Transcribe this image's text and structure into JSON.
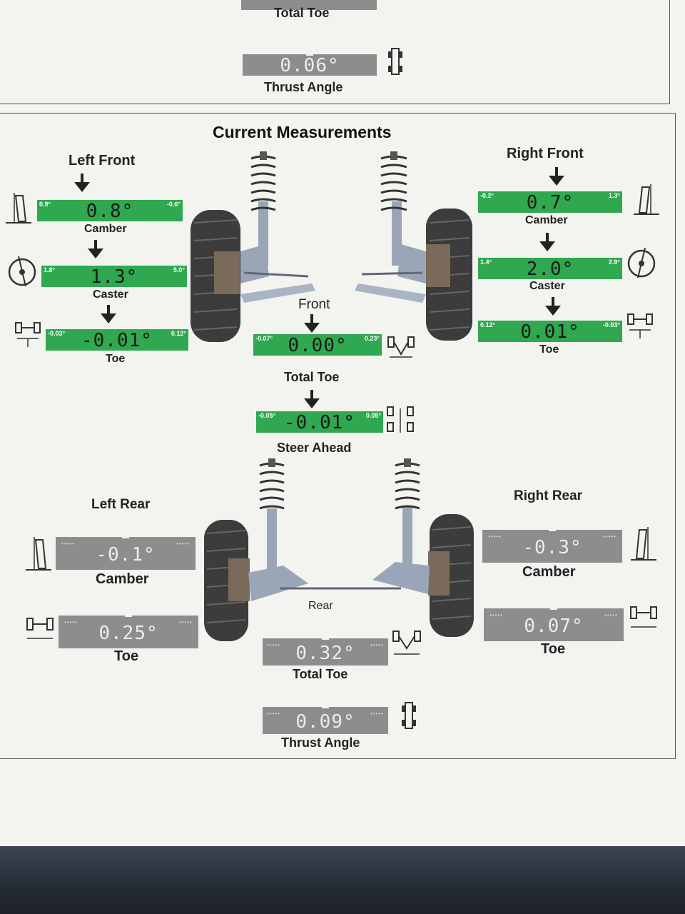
{
  "header": {
    "prev_total_toe_label": "Total Toe",
    "prev_thrust_value": "0.06°",
    "prev_thrust_label": "Thrust Angle"
  },
  "section_title": "Current Measurements",
  "front": {
    "left_title": "Left Front",
    "right_title": "Right Front",
    "center_label": "Front",
    "left": {
      "camber": {
        "value": "0.8°",
        "min": "0.9°",
        "max": "-0.6°",
        "label": "Camber"
      },
      "caster": {
        "value": "1.3°",
        "min": "1.8°",
        "max": "5.0°",
        "label": "Caster"
      },
      "toe": {
        "value": "-0.01°",
        "min": "-0.03°",
        "max": "0.12°",
        "label": "Toe"
      }
    },
    "right": {
      "camber": {
        "value": "0.7°",
        "min": "-0.2°",
        "max": "1.3°",
        "label": "Camber"
      },
      "caster": {
        "value": "2.0°",
        "min": "1.4°",
        "max": "2.9°",
        "label": "Caster"
      },
      "toe": {
        "value": "0.01°",
        "min": "0.12°",
        "max": "-0.03°",
        "label": "Toe"
      }
    },
    "total_toe": {
      "value": "0.00°",
      "min": "-0.07°",
      "max": "0.23°",
      "label": "Total Toe"
    },
    "steer_ahead": {
      "value": "-0.01°",
      "min": "-0.05°",
      "max": "0.05°",
      "label": "Steer Ahead"
    }
  },
  "rear": {
    "left_title": "Left Rear",
    "right_title": "Right Rear",
    "center_label": "Rear",
    "left": {
      "camber": {
        "value": "-0.1°",
        "label": "Camber"
      },
      "toe": {
        "value": "0.25°",
        "label": "Toe"
      }
    },
    "right": {
      "camber": {
        "value": "-0.3°",
        "label": "Camber"
      },
      "toe": {
        "value": "0.07°",
        "label": "Toe"
      }
    },
    "total_toe": {
      "value": "0.32°",
      "label": "Total Toe"
    },
    "thrust_angle": {
      "value": "0.09°",
      "label": "Thrust Angle"
    }
  },
  "colors": {
    "in_spec": "#2fa84f",
    "no_spec": "#8d8d8d"
  }
}
